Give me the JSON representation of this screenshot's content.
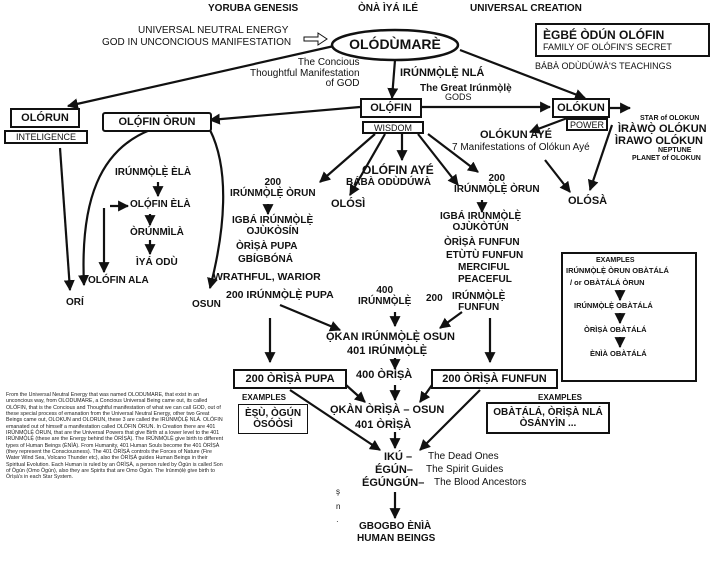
{
  "headers": {
    "left": "YORUBA GENESIS",
    "middle": "ÒNÀ ÌYÁ ILÉ",
    "right": "UNIVERSAL CREATION"
  },
  "top": {
    "universal_line1": "UNIVERSAL NEUTRAL ENERGY",
    "universal_line2": "GOD IN UNCONCIOUS MANIFESTATION",
    "oval": "OLÓDÙMARÈ",
    "family_title": "ÈGBÉ  ÒDÚN  OLÓFIN",
    "family_sub": "FAMILY OF OLÓFIN'S SECRET",
    "baba_teachings": "BÁBÀ ODÙDÚWÀ'S TEACHINGS",
    "concious": "The Concious\nThoughtful Manifestation\nof GOD",
    "irunmole_nla": "IRÚNMỌ̀LẸ̀ NLÁ",
    "great_irunmole": "The Great Irúnmọ̀lẹ̀",
    "gods": "GODS"
  },
  "nodes": {
    "olorun": "OLÓRUN",
    "inteligence": "INTELIGENCE",
    "olofin_orun": "OLỌ́FIN ÒRUN",
    "olofin": "OLỌ́FIN",
    "wisdom": "WISDOM",
    "olokun": "OLÓKUN",
    "power": "POWER",
    "star_of_olokun": "STAR of OLOKUN",
    "irawo1": "ÌRÀWỌ̀ OLÓKUN",
    "irawo2": "ÌRAWO OLÓKUN",
    "neptune": "NEPTUNE",
    "planet": "PLANET of OLOKUN",
    "olokun_aye": "OLÓKUN AYÉ",
    "seven_manifestations": "7 Manifestations of Olókun Ayé",
    "olosa": "OLÓSÀ"
  },
  "left_branch": {
    "irunmole_ela": "IRÚNMỌ̀LẸ̀ ÈLÀ",
    "olofin_ela": "OLỌ́FIN ÈLÀ",
    "orunmila": "ÒRÚNMÌLÀ",
    "iya_odu": "ÌYÁ ODÙ",
    "olofin_ala": "OLÓFIN ALA",
    "ori": "ORÍ",
    "osun": "OSUN"
  },
  "center": {
    "n200_left": "200\nIRÚNMỌ̀LẸ̀ ÒRUN",
    "olosi": "OLÓSÌ",
    "olofin_aye": "OLÓFIN AYÉ",
    "baba_oduduwa": "BÁBÀ ODÙDÚWÀ",
    "n200_right": "200\nIRÚNMỌ̀LẸ̀ ÒRUN",
    "igba_left": "IGBÁ IRÚNMỌ̀LẸ̀\nOJÙKÒSÍN",
    "orisa_pupa": "ÒRÌṢÀ  PUPA",
    "gbigbona": "GBÍGBÓNÁ",
    "wrathful": "WRATHFUL, WARIOR",
    "igba_right": "IGBÁ IRÚNMỌ̀LẸ̀\nOJÙKÒTÚN",
    "orisa_funfun": "ÒRÌṢÀ FUNFUN",
    "etutu": "ETÙTÙ FUNFUN",
    "merciful": "MERCIFUL",
    "peaceful": "PEACEFUL",
    "n200_pupa": "200 IRÚNMỌ̀LẸ̀ PUPA",
    "n400_irunmole": "400\nIRÚNMỌ̀LẸ̀",
    "n200_funfun_num": "200",
    "n200_funfun": "IRÚNMỌ̀LẸ̀\nFUNFUN",
    "okan_irunmole": "ỌKAN IRÚNMỌ̀LẸ̀ OSUN",
    "n401_irunmole": "401  IRÚNMỌ̀LẸ̀",
    "box_pupa": "200  ÒRÌṢÀ  PUPA",
    "n400_orisa": "400  ÒRÌṢÀ",
    "box_funfun": "200  ÒRÌṢÀ FUNFUN",
    "okan_orisa": "ỌKÀN ÒRÌṢÀ – OSUN",
    "n401_orisa": "401  ÒRÌṢÀ"
  },
  "examples_left": {
    "label": "EXAMPLES",
    "content": "ÈṢÙ, ÒGÚN\nÒSÓÒSÌ"
  },
  "examples_right": {
    "label": "EXAMPLES",
    "content": "OBÀTÁLÁ, ÒRÌṢÀ NLÁ\nÒSÁNYÌN ..."
  },
  "examples_box": {
    "label": "EXAMPLES",
    "line1": "IRÚNMỌ̀LẸ̀ ÒRUN OBÀTÁLÁ",
    "line2": "/ or  OBÀTÁLÁ ÒRUN",
    "line3": "IRÚNMỌ̀LẸ̀  OBÀTÁLÁ",
    "line4": "ÒRÌṢÀ  OBÀTÁLÁ",
    "line5": "ÈNÌÀ  OBÀTÁLÁ"
  },
  "ancestors": {
    "iku": "IKÚ –",
    "iku_desc": "The Dead Ones",
    "egun": "ÉGÚN–",
    "egun_desc": "The Spirit Guides",
    "egungun": "ÉGÚNGÚN–",
    "egungun_desc": "The Blood Ancestors",
    "gbogbo": "GBOGBO ÈNÌÀ",
    "human_beings": "HUMAN BEINGS"
  },
  "narrative": "From the Universal Neutral Energy that was named OLODUMARE, that exist in an unconcious way, from OLODUMARE, a Concious Universal Being came out, its called OLÓFIN, that is the Concious and Thoughtful manifestation of what we can call GOD, out of these special process of emanation from the Universal Neutral Energy, other two Great Beings came out, OLOKUN and OLORUN, these 3 are called the IRÚNMỌ̀LẸ̀ NLÁ. OLÓFIN emanated out of himself a manifestation called OLÓFIN ÒRUN. In Creation there are 401 IRÚNMỌ̀LẸ̀ ÒRUN, that are the Universal Powers that give Birth at a lower level to the 401 IRÚNMỌ̀LẸ̀ (these are the Energy behind the ÒRÌṢÀ). The IRÚNMỌ̀LẸ̀ give birth to different types of Human Beings (ÈNÌÀ). From Humanity, 401 Human Souls become the 401 ÒRÌṢÀ (they represent the Consciousness). The 401 ÒRÌṢÀ controls the Forces of Nature (Fire Water Wind Sea, Volcano Thunder etc), also the ÒRÌṢÀ guides Human Beings in their Spiritual Evolution. Each Human is ruled by an ÒRÌṢÀ, a person ruled by Ògún is called Son of Ògún (Omo Ògún), also they are Spirits that are Omo Ògún. The Irúnmọ̀lẹ̀ give birth to Òrìṣà's in each Star System.",
  "margin_marks": "ş\nn\n·"
}
